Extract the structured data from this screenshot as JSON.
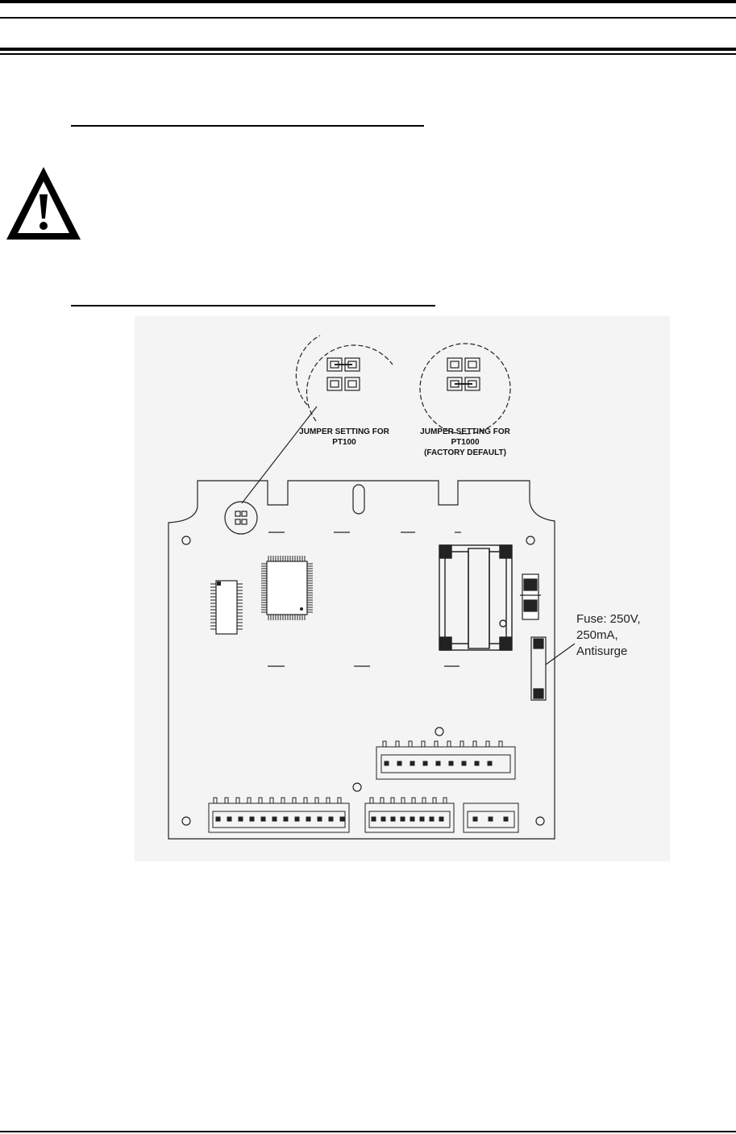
{
  "diagram": {
    "jumper_pt100": {
      "line1": "JUMPER SETTING FOR",
      "line2": "PT100"
    },
    "jumper_pt1000": {
      "line1": "JUMPER SETTING FOR",
      "line2": "PT1000",
      "line3": "(FACTORY DEFAULT)"
    },
    "fuse": {
      "line1": "Fuse: 250V,",
      "line2": "250mA,",
      "line3": "Antisurge"
    }
  }
}
